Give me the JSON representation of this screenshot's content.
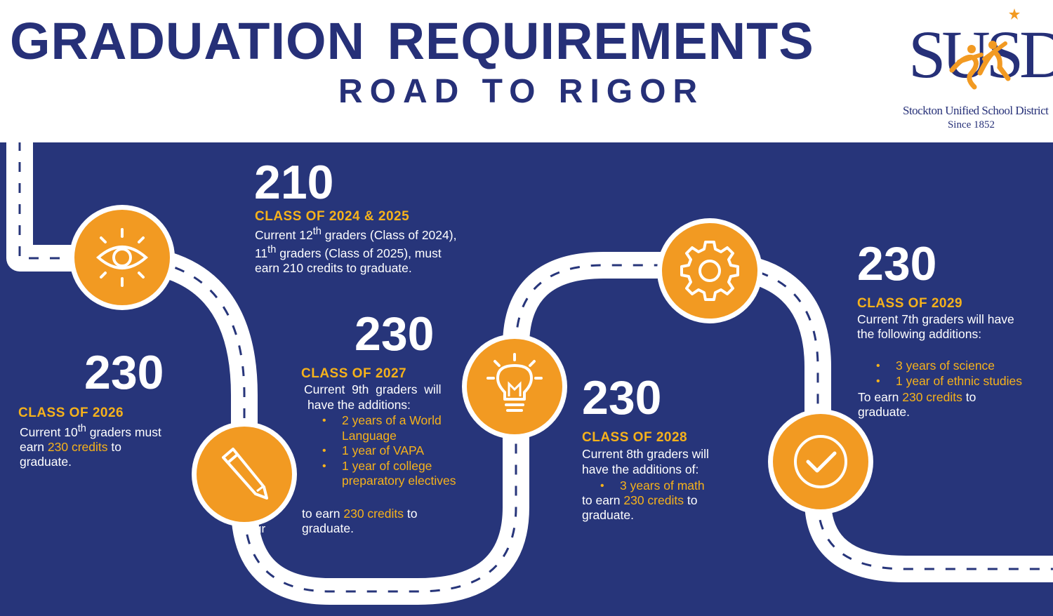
{
  "header": {
    "title": "GRADUATION REQUIREMENTS",
    "subtitle": "ROAD TO RIGOR"
  },
  "logo": {
    "letters": "SUSD",
    "district_name": "Stockton Unified School District",
    "since": "Since 1852"
  },
  "colors": {
    "navy": "#27357a",
    "title_navy": "#263078",
    "orange": "#f29a22",
    "gold_text": "#f6b21b",
    "white": "#ffffff"
  },
  "milestones": [
    {
      "icon": "eye-icon",
      "number": "210",
      "class_label": "CLASS OF 2024 & 2025",
      "lines": [
        "Current 12",
        "th",
        " graders (Class of 2024), 11",
        "th",
        " graders (Class of 2025), must earn 210 credits to graduate."
      ]
    },
    {
      "icon": "pencil-icon",
      "number": "230",
      "class_label": "CLASS OF 2026",
      "line_a": "Current 10",
      "sup": "th",
      "line_b": " graders must",
      "earn": "earn ",
      "credits": "230 credits",
      "to": " to",
      "graduate": "graduate."
    },
    {
      "icon": "lightbulb-icon",
      "number": "230",
      "class_label": "CLASS OF 2027",
      "intro": "Current  9th  graders  will",
      "intro2": "have the additions:",
      "additions": [
        "2 years of a World Language",
        "1 year of VAPA",
        "1 year of college preparatory electives"
      ],
      "earn": "to earn ",
      "credits": "230 credits",
      "to": " to",
      "graduate": "graduate."
    },
    {
      "icon": "gear-icon",
      "number": "230",
      "class_label": "CLASS OF 2028",
      "intro": "Current 8th graders will",
      "intro2": "have the additions of:",
      "additions": [
        "3 years of math"
      ],
      "earn": "to earn ",
      "credits": "230 credits",
      "to": " to",
      "graduate": "graduate."
    },
    {
      "icon": "checkmark-icon",
      "number": "230",
      "class_label": "CLASS OF 2029",
      "intro": "Current 7th graders will have the following additions:",
      "additions": [
        "3 years of science",
        "1 year of ethnic studies"
      ],
      "earn": "To earn ",
      "credits": "230 credits",
      "to": " to",
      "graduate": "graduate."
    }
  ],
  "stray_text": "gr"
}
